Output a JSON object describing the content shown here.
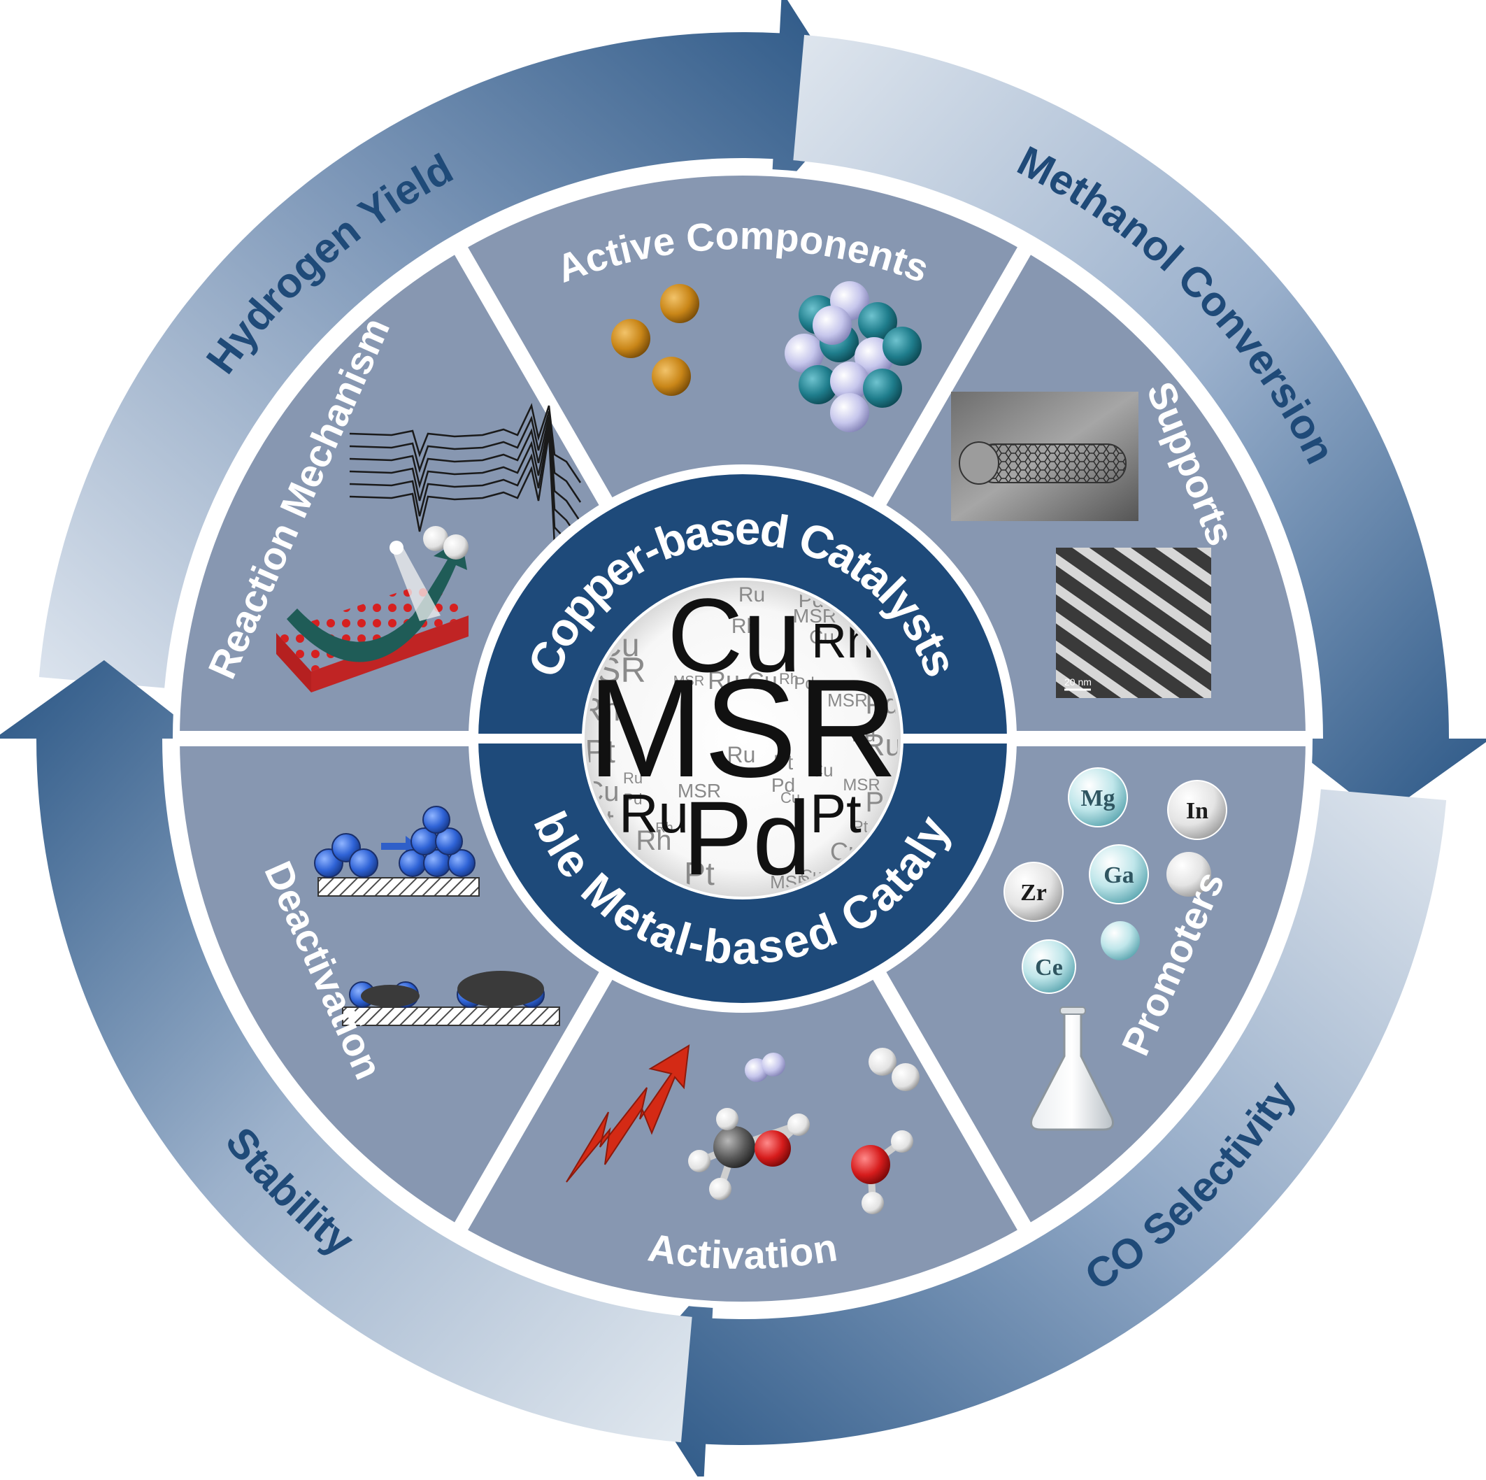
{
  "outer_cycle": {
    "top_left": "Hydrogen Yield",
    "top_right": "Methanol Conversion",
    "bottom_right": "CO Selectivity",
    "bottom_left": "Stability"
  },
  "sectors": {
    "top": "Active Components",
    "upper_right": "Supports",
    "lower_right": "Promoters",
    "bottom": "Activation",
    "lower_left": "Deactivation",
    "upper_left": "Reaction Mechanism"
  },
  "center": {
    "upper_band": "Copper-based Catalysts",
    "lower_band": "Noble Metal-based Catalysts",
    "core_words": {
      "cu": "Cu",
      "msr": "MSR",
      "pd": "Pd",
      "pt": "Pt",
      "ru": "Ru",
      "rh": "Rh"
    }
  },
  "promoter_elements": [
    "Mg",
    "In",
    "Zr",
    "Ga",
    "Ce"
  ],
  "scale_bar": "20 nm",
  "colors": {
    "ring_dark": "#2a5685",
    "ring_light": "#dfe6ee",
    "sector_fill": "#8797b1",
    "band_fill": "#1e4a7a",
    "gap": "#ffffff"
  }
}
